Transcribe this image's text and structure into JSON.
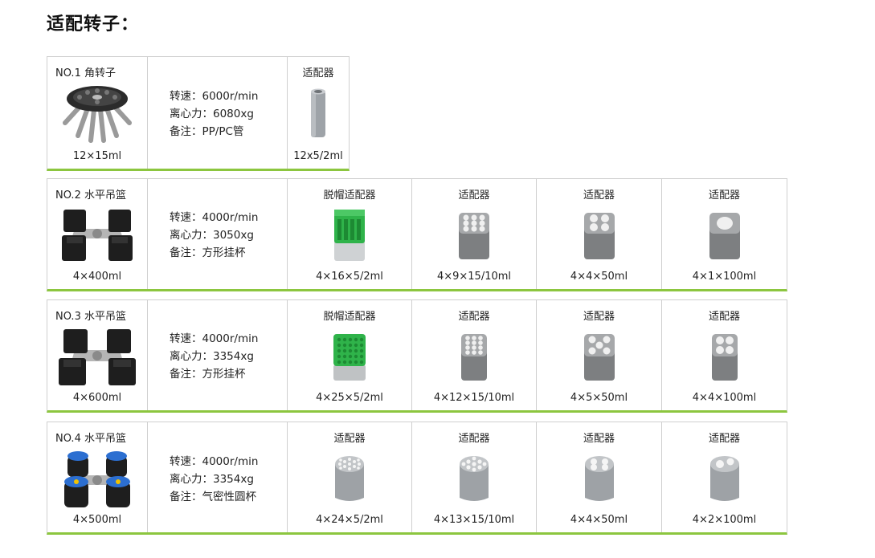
{
  "title": "适配转子：",
  "rows": [
    {
      "rotor": "NO.1 角转子",
      "capacity": "12×15ml",
      "speed": "转速：6000r/min",
      "rcf": "离心力：6080xg",
      "note": "备注：PP/PC管",
      "rotor_icon": "angle-rotor",
      "adapters": [
        {
          "name": "适配器",
          "spec": "12x5/2ml",
          "icon": "tube-adapter"
        }
      ]
    },
    {
      "rotor": "NO.2 水平吊篮",
      "capacity": "4×400ml",
      "speed": "转速：4000r/min",
      "rcf": "离心力：3050xg",
      "note": "备注：方形挂杯",
      "rotor_icon": "swing-bucket-square",
      "adapters": [
        {
          "name": "脱帽适配器",
          "spec": "4×16×5/2ml",
          "icon": "green-block-adapter"
        },
        {
          "name": "适配器",
          "spec": "4×9×15/10ml",
          "icon": "square-adapter-9"
        },
        {
          "name": "适配器",
          "spec": "4×4×50ml",
          "icon": "square-adapter-4"
        },
        {
          "name": "适配器",
          "spec": "4×1×100ml",
          "icon": "square-adapter-1"
        }
      ]
    },
    {
      "rotor": "NO.3 水平吊篮",
      "capacity": "4×600ml",
      "speed": "转速：4000r/min",
      "rcf": "离心力：3354xg",
      "note": "备注：方形挂杯",
      "rotor_icon": "swing-bucket-square",
      "adapters": [
        {
          "name": "脱帽适配器",
          "spec": "4×25×5/2ml",
          "icon": "green-block-adapter"
        },
        {
          "name": "适配器",
          "spec": "4×12×15/10ml",
          "icon": "square-adapter-12"
        },
        {
          "name": "适配器",
          "spec": "4×5×50ml",
          "icon": "square-adapter-5"
        },
        {
          "name": "适配器",
          "spec": "4×4×100ml",
          "icon": "square-adapter-4"
        }
      ]
    },
    {
      "rotor": "NO.4 水平吊篮",
      "capacity": "4×500ml",
      "speed": "转速：4000r/min",
      "rcf": "离心力：3354xg",
      "note": "备注：气密性圆杯",
      "rotor_icon": "swing-bucket-round",
      "adapters": [
        {
          "name": "适配器",
          "spec": "4×24×5/2ml",
          "icon": "round-adapter-24"
        },
        {
          "name": "适配器",
          "spec": "4×13×15/10ml",
          "icon": "round-adapter-13"
        },
        {
          "name": "适配器",
          "spec": "4×4×50ml",
          "icon": "round-adapter-4"
        },
        {
          "name": "适配器",
          "spec": "4×2×100ml",
          "icon": "round-adapter-2"
        }
      ]
    }
  ],
  "colors": {
    "accent": "#8cc63f",
    "border": "#cfcfcf",
    "adapter_gray": "#8e8e8e",
    "adapter_green": "#3ab54a"
  }
}
